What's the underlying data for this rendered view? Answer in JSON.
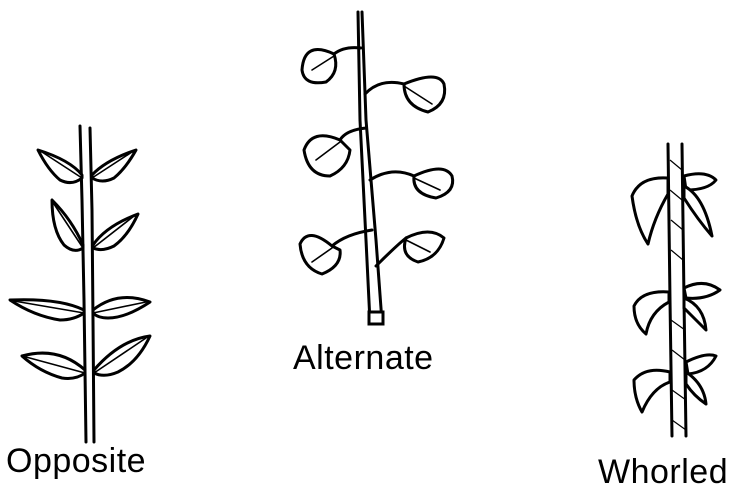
{
  "labels": {
    "opposite": "Opposite",
    "alternate": "Alternate",
    "whorled": "Whorled"
  },
  "colors": {
    "ink": "#000000",
    "background": "#ffffff"
  }
}
